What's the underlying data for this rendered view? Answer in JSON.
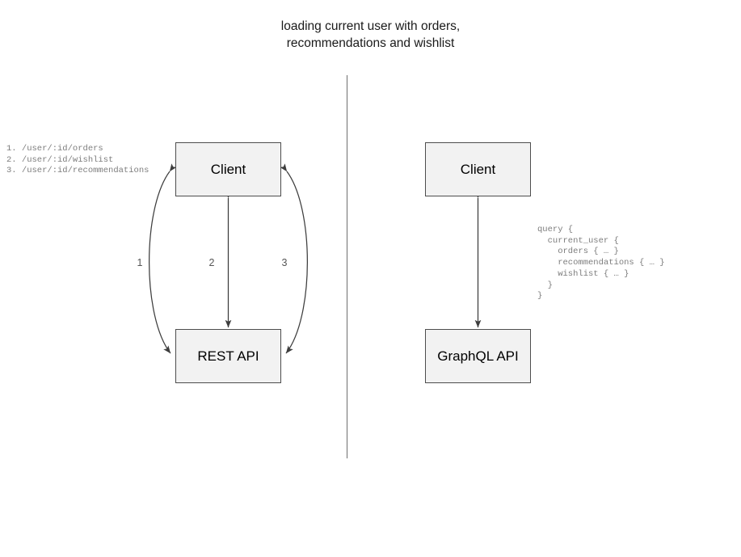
{
  "title": "loading current user with orders,\nrecommendations and wishlist",
  "divider": {
    "name": "panel-divider",
    "color": "#6f6f6f"
  },
  "colors": {
    "node_fill": "#f2f2f2",
    "node_border": "#4d4d4d",
    "edge": "#3d3d3d",
    "code_text": "#7d7d7d",
    "label_text": "#555555",
    "title_text": "#1a1a1a"
  },
  "left_panel": {
    "name": "rest-panel",
    "annotation": "1. /user/:id/orders\n2. /user/:id/wishlist\n3. /user/:id/recommendations",
    "endpoints": [
      {
        "number": "1",
        "path": "/user/:id/orders"
      },
      {
        "number": "2",
        "path": "/user/:id/wishlist"
      },
      {
        "number": "3",
        "path": "/user/:id/recommendations"
      }
    ],
    "nodes": {
      "client": "Client",
      "api": "REST API"
    },
    "edge_labels": [
      "1",
      "2",
      "3"
    ]
  },
  "right_panel": {
    "name": "graphql-panel",
    "nodes": {
      "client": "Client",
      "api": "GraphQL API"
    },
    "query": "query {\n  current_user {\n    orders { … }\n    recommendations { … }\n    wishlist { … }\n  }\n}",
    "query_lines": [
      "query {",
      "  current_user {",
      "    orders { … }",
      "    recommendations { … }",
      "    wishlist { … }",
      "  }",
      "}"
    ]
  }
}
